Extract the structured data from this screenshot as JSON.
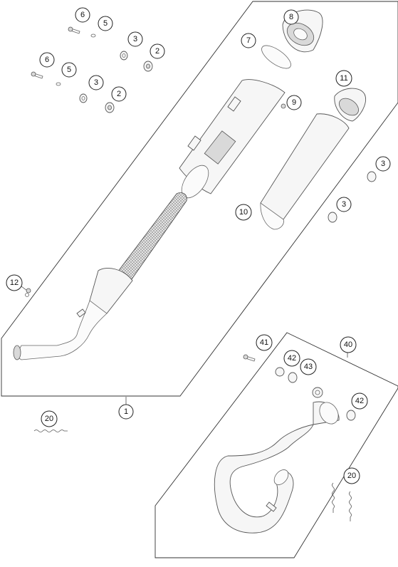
{
  "callouts": [
    {
      "label": "6"
    },
    {
      "label": "5"
    },
    {
      "label": "3"
    },
    {
      "label": "2"
    },
    {
      "label": "6"
    },
    {
      "label": "5"
    },
    {
      "label": "3"
    },
    {
      "label": "2"
    },
    {
      "label": "8"
    },
    {
      "label": "7"
    },
    {
      "label": "11"
    },
    {
      "label": "9"
    },
    {
      "label": "3"
    },
    {
      "label": "10"
    },
    {
      "label": "3"
    },
    {
      "label": "12"
    },
    {
      "label": "1"
    },
    {
      "label": "20"
    },
    {
      "label": "41"
    },
    {
      "label": "40"
    },
    {
      "label": "42"
    },
    {
      "label": "43"
    },
    {
      "label": "42"
    },
    {
      "label": "20"
    }
  ],
  "colors": {
    "line": "#333333",
    "fill": "#f6f6f6"
  }
}
